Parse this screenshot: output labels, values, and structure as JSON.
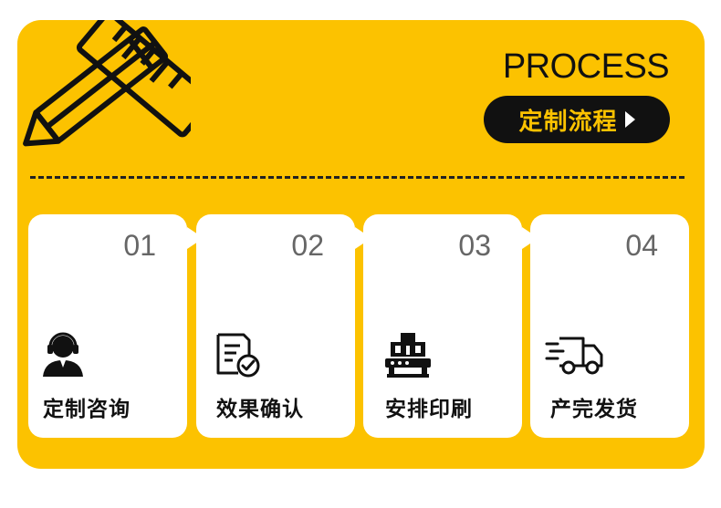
{
  "header": {
    "title": "PROCESS",
    "badge_label": "定制流程"
  },
  "steps": [
    {
      "number": "01",
      "label": "定制咨询",
      "icon": "customer-service-icon"
    },
    {
      "number": "02",
      "label": "效果确认",
      "icon": "document-check-icon"
    },
    {
      "number": "03",
      "label": "安排印刷",
      "icon": "printing-machine-icon"
    },
    {
      "number": "04",
      "label": "产完发货",
      "icon": "delivery-truck-icon"
    }
  ],
  "colors": {
    "background": "#FCC200",
    "dark": "#111111",
    "card": "#FFFFFF"
  }
}
